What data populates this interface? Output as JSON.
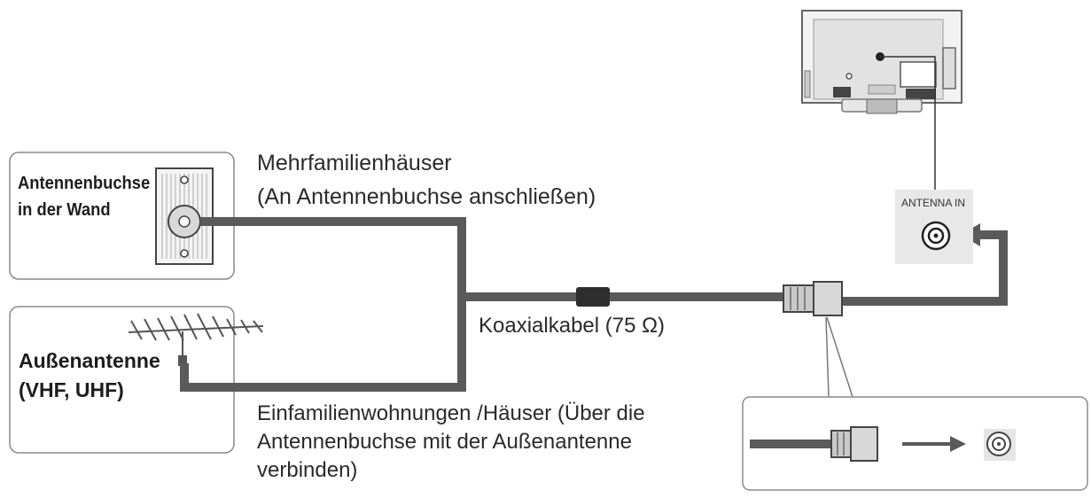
{
  "wall_socket": {
    "line1": "Antennenbuchse",
    "line2": "in der Wand"
  },
  "outdoor_antenna": {
    "line1": "Außenantenne",
    "line2": "(VHF, UHF)"
  },
  "apartments": {
    "line1": "Mehrfamilienhäuser",
    "line2": "(An Antennenbuchse anschließen)"
  },
  "cable": {
    "label": "Koaxialkabel (75 Ω)"
  },
  "houses": {
    "line1": "Einfamilienwohnungen /Häuser (Über die",
    "line2": "Antennenbuchse mit der Außenantenne",
    "line3": "verbinden)"
  },
  "tv_port": {
    "label": "ANTENNA IN"
  },
  "colors": {
    "cable": "#5a5a5a",
    "panel": "#e8e8e8",
    "border": "#8a8a8a"
  }
}
